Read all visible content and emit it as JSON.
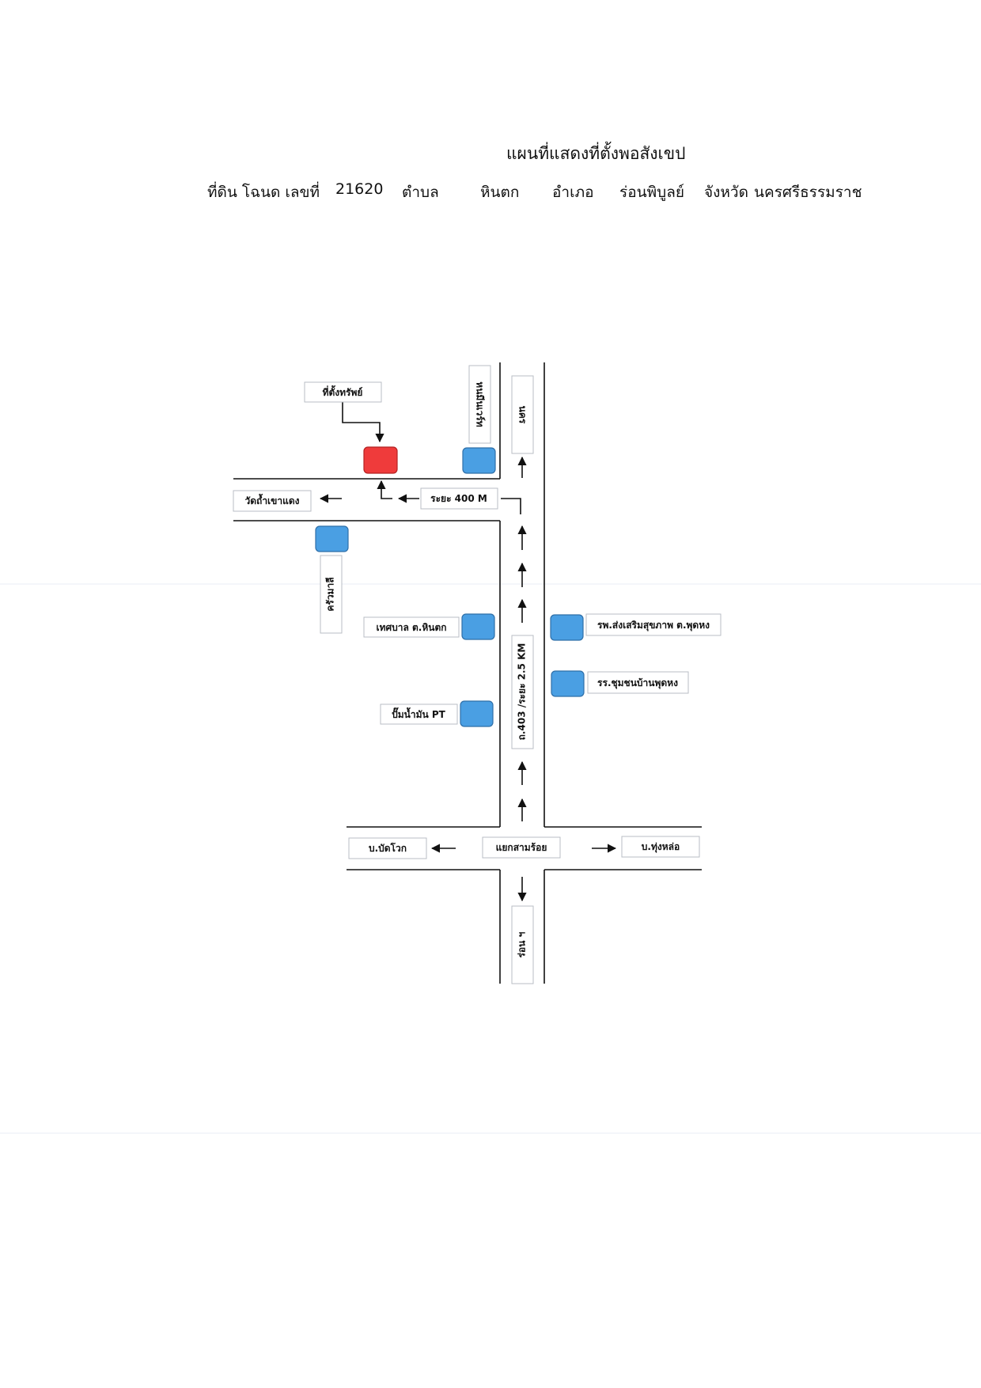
{
  "header": {
    "title": "แผนที่แสดงที่ตั้งพอสังเขป",
    "deed_label": "ที่ดิน โฉนด เลขที่",
    "deed_number": "21620",
    "subdistrict_label": "ตำบล",
    "subdistrict": "หินตก",
    "district_label": "อำเภอ",
    "district": "ร่อนพิบูลย์",
    "province_label": "จังหวัด",
    "province": "นครศรีธรรมราช"
  },
  "labels": {
    "property": "ที่ตั้งทรัพย์",
    "north_road": "นคร",
    "north_side_road": "หนมีนเวร์ท",
    "distance_400": "ระยะ 400 M",
    "temple": "วัดถ้ำเขาแดง",
    "lane_south": "ครัวมาลี",
    "municipality": "เทศบาล ต.หินตก",
    "hospital": "รพ.ส่งเสริมสุขภาพ ต.พุดหง",
    "gas_station": "ปั๊มน้ำมัน PT",
    "school": "รร.ชุมชนบ้านพุดหง",
    "main_road": "ถ.403 /ระยะ 2.5 KM",
    "junction": "แยกสามร้อย",
    "west_village": "บ.บัดโวก",
    "east_village": "บ.ทุ่งหล่อ",
    "south_road": "ร่อน ฯ"
  },
  "colors": {
    "property_marker": "#ef3b3b",
    "landmark_marker": "#4a9fe3"
  }
}
